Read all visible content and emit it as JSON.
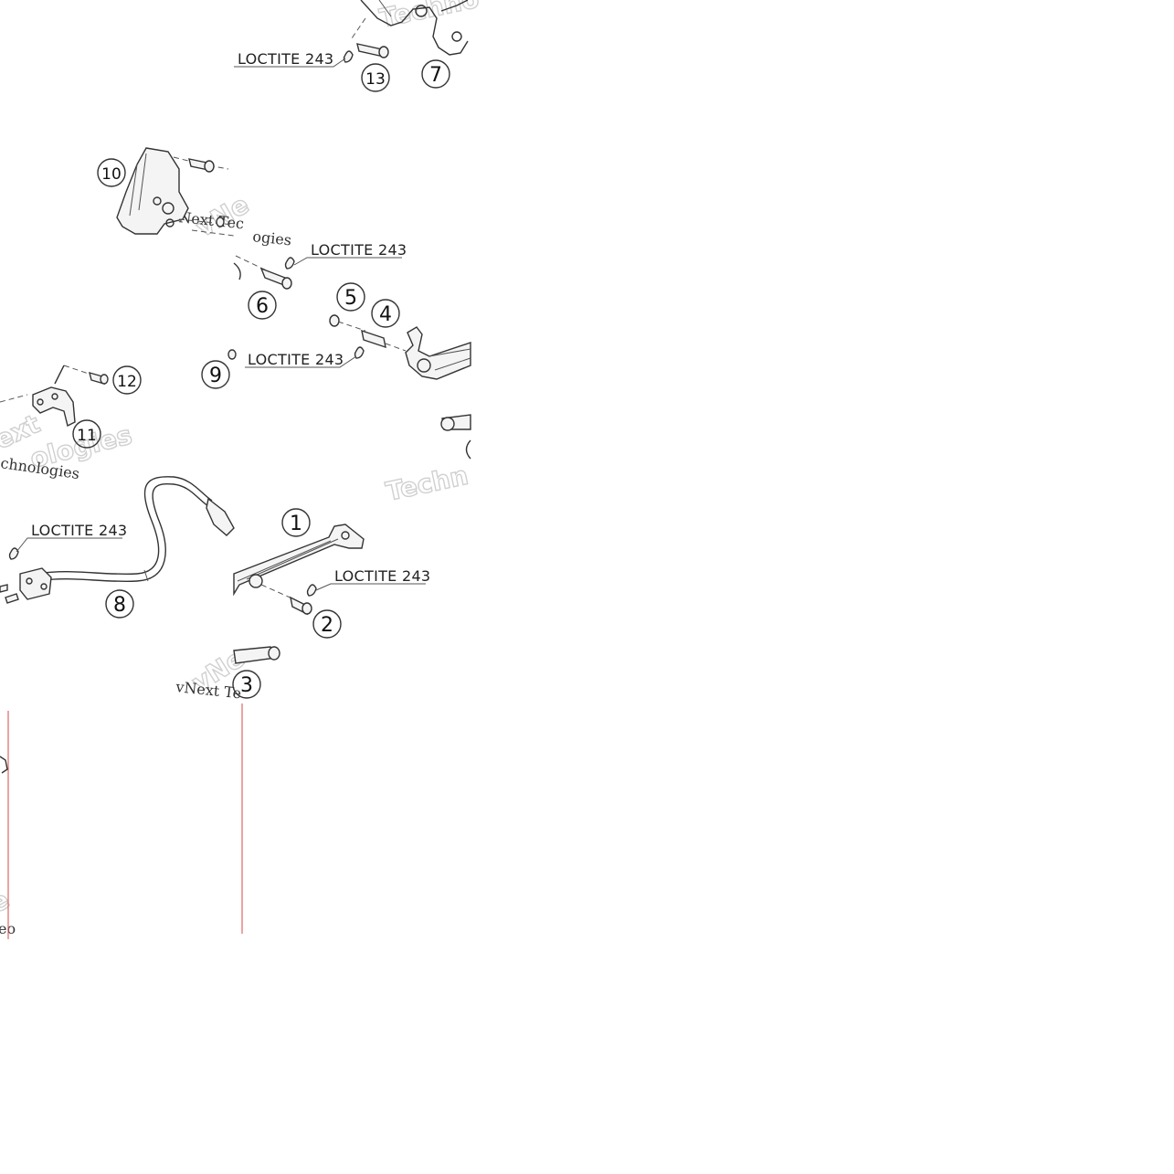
{
  "loctite_label": "LOCTITE 243",
  "callouts": {
    "c1": "1",
    "c2": "2",
    "c3": "3",
    "c4": "4",
    "c5": "5",
    "c6": "6",
    "c7": "7",
    "c8": "8",
    "c9": "9",
    "c10": "10",
    "c11": "11",
    "c12": "12",
    "c13": "13"
  },
  "watermarks": {
    "techno": "Techno",
    "techn": "Techn",
    "next": "vNe",
    "ext": "ext",
    "ologies": "ologies",
    "hnologies": "chnologies",
    "hnologies_small": "chnologies",
    "vnext_tec": "vNext Tec",
    "vnext_te": "vNext Te",
    "ogies_small": "ogies",
    "ne_side": "e",
    "eo_side": "eo"
  },
  "colors": {
    "line": "#333333",
    "guide": "#e06666"
  }
}
